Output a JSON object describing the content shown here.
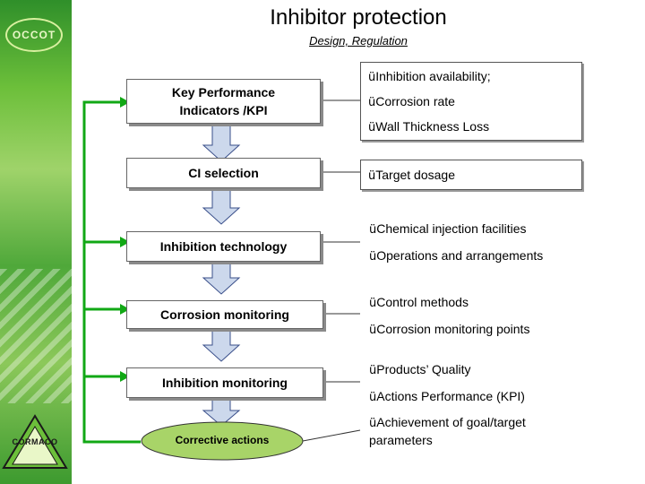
{
  "title": "Inhibitor protection",
  "subtitle": "Design,  Regulation",
  "logos": {
    "top": "OCCOT",
    "bottom": "CORMACO"
  },
  "check_glyph": "ü",
  "left_boxes": [
    "Key Performance Indicators /KPI",
    "CI selection",
    "Inhibition technology",
    "Corrosion monitoring",
    "Inhibition monitoring",
    "Corrective actions"
  ],
  "right": {
    "kpi": [
      "Inhibition availability;",
      "Corrosion rate",
      "Wall Thickness Loss"
    ],
    "ci": [
      "Target dosage"
    ],
    "tech": [
      "Chemical injection facilities",
      "Operations and arrangements"
    ],
    "monitoring": [
      "Control methods",
      "Corrosion monitoring points"
    ],
    "inhibition": [
      "Products’ Quality",
      "Actions Performance (KPI)"
    ],
    "corrective": [
      "Achievement of goal/target",
      "parameters"
    ]
  },
  "colors": {
    "green": "#11a815",
    "arrow_fill": "#ccd8ec",
    "arrow_stroke": "#3a4f8a",
    "ellipse_fill": "#a8d468"
  }
}
